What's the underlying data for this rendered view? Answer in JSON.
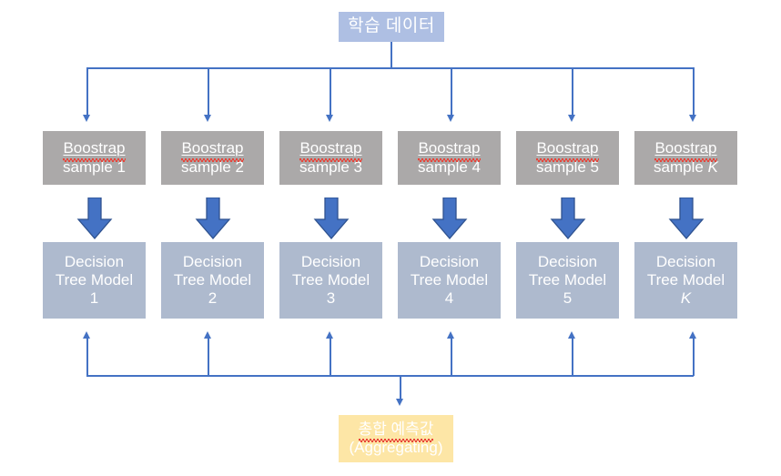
{
  "diagram": {
    "title": "Bagging / Random Forest ensemble flow diagram",
    "colors": {
      "training_box": "#AEBFE3",
      "sample_box": "#ABA9A9",
      "model_box": "#AEBACE",
      "aggregate_box": "#FDE6A6",
      "connector_line": "#4472C4",
      "block_arrow_fill": "#4472C4",
      "block_arrow_stroke": "#2F528F",
      "spellcheck_squiggle": "#E8443A",
      "text": "#FFFFFF",
      "background": "#FFFFFF"
    },
    "training_data": {
      "label": "학습 데이터"
    },
    "bootstrap_samples": [
      {
        "line1": "Boostrap",
        "line2": "sample 1",
        "index": "1",
        "italic_index": false
      },
      {
        "line1": "Boostrap",
        "line2": "sample 2",
        "index": "2",
        "italic_index": false
      },
      {
        "line1": "Boostrap",
        "line2": "sample 3",
        "index": "3",
        "italic_index": false
      },
      {
        "line1": "Boostrap",
        "line2": "sample 4",
        "index": "4",
        "italic_index": false
      },
      {
        "line1": "Boostrap",
        "line2": "sample 5",
        "index": "5",
        "italic_index": false
      },
      {
        "line1": "Boostrap",
        "line2": "sample K",
        "index": "K",
        "italic_index": true
      }
    ],
    "sample_prefix": "sample",
    "models": [
      {
        "line1": "Decision",
        "line2": "Tree Model",
        "line3": "1",
        "italic_index": false
      },
      {
        "line1": "Decision",
        "line2": "Tree Model",
        "line3": "2",
        "italic_index": false
      },
      {
        "line1": "Decision",
        "line2": "Tree Model",
        "line3": "3",
        "italic_index": false
      },
      {
        "line1": "Decision",
        "line2": "Tree Model",
        "line3": "4",
        "italic_index": false
      },
      {
        "line1": "Decision",
        "line2": "Tree Model",
        "line3": "5",
        "italic_index": false
      },
      {
        "line1": "Decision",
        "line2": "Tree Model",
        "line3": "K",
        "italic_index": true
      }
    ],
    "aggregate": {
      "line1": "총합 예측값",
      "line2": "(Aggregating)"
    }
  }
}
